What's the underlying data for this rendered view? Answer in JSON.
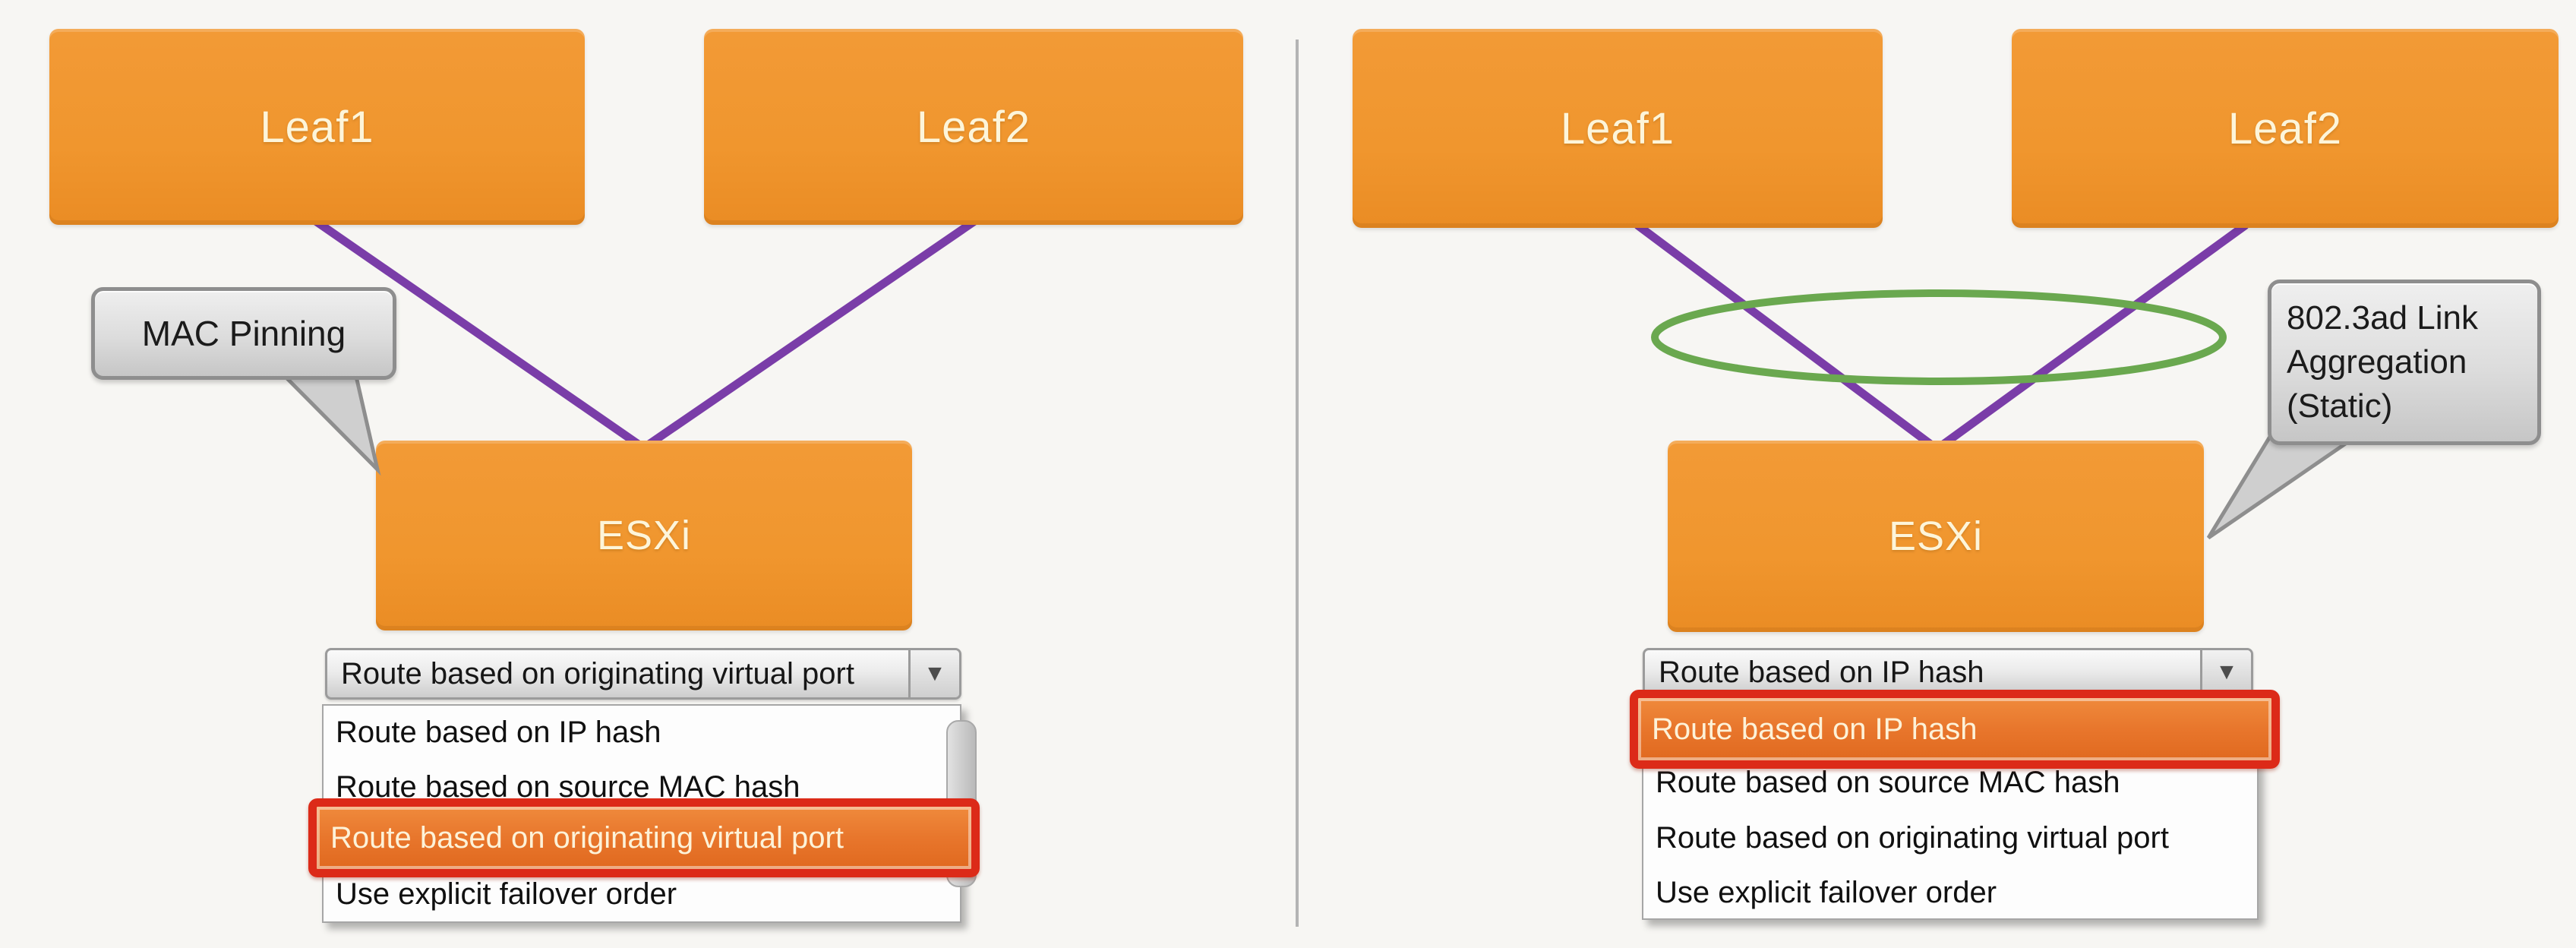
{
  "colors": {
    "background": "#f7f6f3",
    "node_orange": "#f0962e",
    "node_text_cream": "#fdf5da",
    "uplink_purple": "#7a3da8",
    "aggregation_green": "#6aa84f",
    "callout_gray_fill": "#dcdcdc",
    "callout_border_gray": "#8e8e8e",
    "highlight_orange": "#e8762c",
    "highlight_border_red": "#dc2a18",
    "divider_gray": "#b4b4b4"
  },
  "icons": {
    "chevron_down": "▼"
  },
  "left_panel": {
    "leaf1": "Leaf1",
    "leaf2": "Leaf2",
    "host": "ESXi",
    "callout": "MAC Pinning",
    "dropdown": {
      "selected": "Route based on originating virtual port",
      "options": [
        "Route based on IP hash",
        "Route based on source MAC hash",
        "Route based on originating virtual port",
        "Use explicit failover order"
      ],
      "highlighted_option": "Route based on originating virtual port"
    }
  },
  "right_panel": {
    "leaf1": "Leaf1",
    "leaf2": "Leaf2",
    "host": "ESXi",
    "callout": "802.3ad Link Aggregation (Static)",
    "dropdown": {
      "selected": "Route based on IP hash",
      "options": [
        "Route based on IP hash",
        "Route based on source MAC hash",
        "Route based on originating virtual port",
        "Use explicit failover order"
      ],
      "highlighted_option": "Route based on IP hash"
    }
  }
}
